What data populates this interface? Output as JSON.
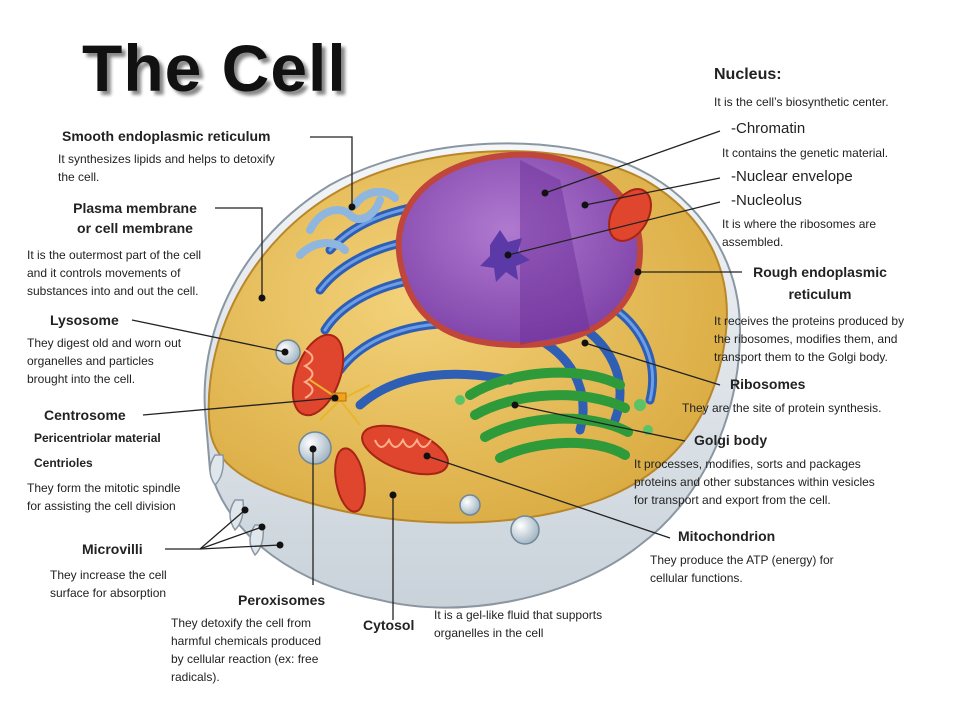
{
  "title": "The Cell",
  "nucleus": {
    "label": "Nucleus:",
    "desc": "It is the cell’s biosynthetic center.",
    "chromatin_label": "-Chromatin",
    "chromatin_desc": "It contains the genetic material.",
    "envelope_label": "-Nuclear envelope",
    "nucleolus_label": "-Nucleolus",
    "nucleolus_desc_1": "It is where the ribosomes are",
    "nucleolus_desc_2": "assembled."
  },
  "smooth_er": {
    "label": "Smooth endoplasmic reticulum",
    "desc_1": "It synthesizes lipids and helps to detoxify",
    "desc_2": "the cell."
  },
  "plasma_membrane": {
    "label_1": "Plasma membrane",
    "label_2": "or cell membrane",
    "desc_1": "It is the outermost part of the cell",
    "desc_2": "and it controls movements of",
    "desc_3": "substances into and out the cell."
  },
  "lysosome": {
    "label": "Lysosome",
    "desc_1": "They digest old and worn out",
    "desc_2": "organelles and particles",
    "desc_3": "brought into the cell."
  },
  "centrosome": {
    "label": "Centrosome",
    "sub_1": "Pericentriolar material",
    "sub_2": "Centrioles",
    "desc_1": "They form the mitotic spindle",
    "desc_2": "for assisting the cell division"
  },
  "microvilli": {
    "label": "Microvilli",
    "desc_1": "They increase the cell",
    "desc_2": "surface for absorption"
  },
  "peroxisomes": {
    "label": "Peroxisomes",
    "desc_1": "They detoxify the cell from",
    "desc_2": "harmful chemicals produced",
    "desc_3": "by cellular reaction  (ex: free",
    "desc_4": "radicals)."
  },
  "cytosol": {
    "label": "Cytosol",
    "desc_1": "It is a gel-like fluid that supports",
    "desc_2": "organelles in the cell"
  },
  "rough_er": {
    "label_1": "Rough endoplasmic",
    "label_2": "reticulum",
    "desc_1": "It receives the proteins produced by",
    "desc_2": "the ribosomes, modifies them,  and",
    "desc_3": "transport them to the Golgi body."
  },
  "ribosomes": {
    "label": "Ribosomes",
    "desc": "They are the site of protein synthesis."
  },
  "golgi": {
    "label": "Golgi body",
    "desc_1": "It processes, modifies, sorts and packages",
    "desc_2": "proteins and other substances within vesicles",
    "desc_3": "for transport and export from the cell."
  },
  "mitochondrion": {
    "label": "Mitochondrion",
    "desc_1": "They produce the ATP (energy) for",
    "desc_2": "cellular functions."
  }
}
